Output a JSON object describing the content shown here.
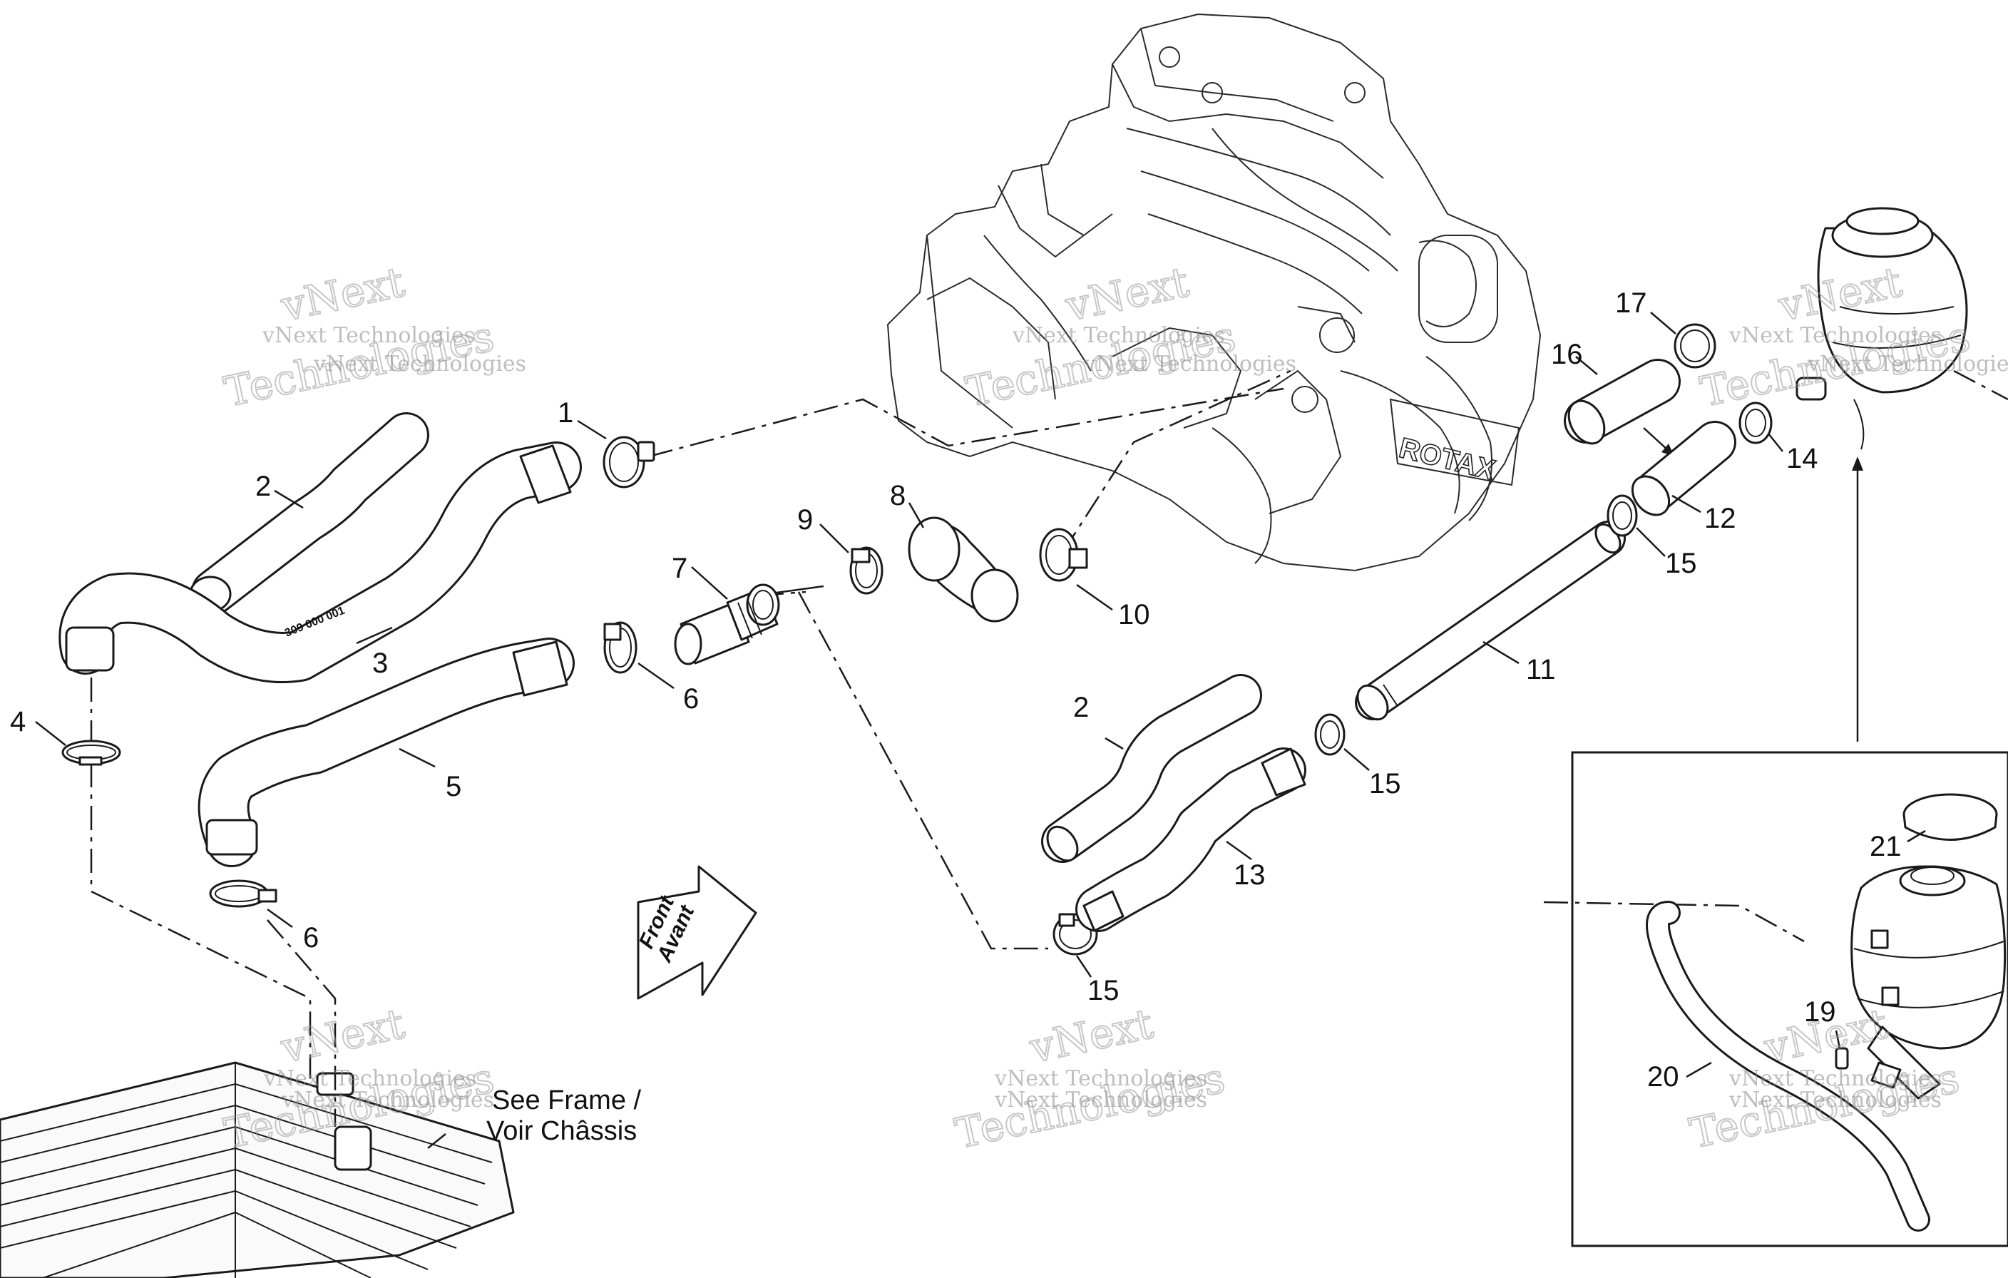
{
  "callouts": [
    {
      "id": "c1",
      "text": "1"
    },
    {
      "id": "c2a",
      "text": "2"
    },
    {
      "id": "c2b",
      "text": "2"
    },
    {
      "id": "c3",
      "text": "3"
    },
    {
      "id": "c4",
      "text": "4"
    },
    {
      "id": "c5",
      "text": "5"
    },
    {
      "id": "c6a",
      "text": "6"
    },
    {
      "id": "c6b",
      "text": "6"
    },
    {
      "id": "c7",
      "text": "7"
    },
    {
      "id": "c8",
      "text": "8"
    },
    {
      "id": "c9",
      "text": "9"
    },
    {
      "id": "c10",
      "text": "10"
    },
    {
      "id": "c11",
      "text": "11"
    },
    {
      "id": "c12",
      "text": "12"
    },
    {
      "id": "c13",
      "text": "13"
    },
    {
      "id": "c14",
      "text": "14"
    },
    {
      "id": "c15a",
      "text": "15"
    },
    {
      "id": "c15b",
      "text": "15"
    },
    {
      "id": "c15c",
      "text": "15"
    },
    {
      "id": "c16",
      "text": "16"
    },
    {
      "id": "c17",
      "text": "17"
    },
    {
      "id": "c19",
      "text": "19"
    },
    {
      "id": "c20",
      "text": "20"
    },
    {
      "id": "c21",
      "text": "21"
    }
  ],
  "notes": {
    "see_frame_line1": "See Frame /",
    "see_frame_line2": "Voir Châssis",
    "direction_line1": "Front",
    "direction_line2": "Avant",
    "hose_marking": "309 000 001",
    "engine_brand": "ROTAX"
  },
  "watermark": {
    "small": "vNext Technologies",
    "big_line1": "vNext",
    "big_line2": "Technologies"
  }
}
